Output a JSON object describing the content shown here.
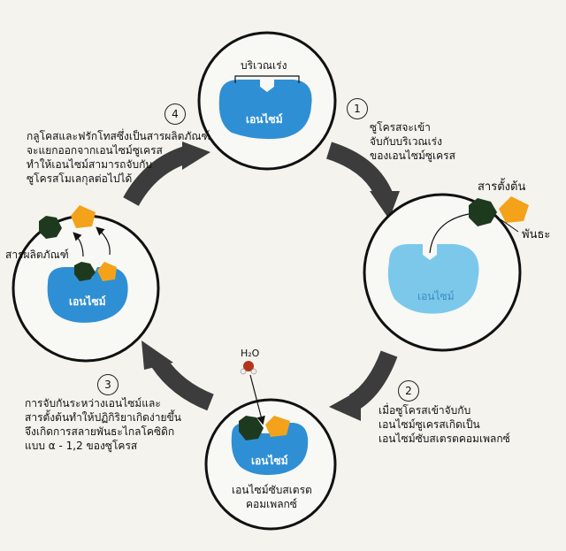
{
  "steps": [
    {
      "number": "1",
      "text": [
        "ซูโครสจะเข้า",
        "จับกับบริเวณเร่ง",
        "ของเอนไซม์ซูเครส"
      ]
    },
    {
      "number": "2",
      "text": [
        "เมื่อซูโครสเข้าจับกับ",
        "เอนไซม์ซูเครสเกิดเป็น",
        "เอนไซม์ซับสเตรตคอมเพลกซ์"
      ]
    },
    {
      "number": "3",
      "text": [
        "การจับกันระหว่างเอนไซม์และ",
        "สารตั้งต้นทำให้ปฏิกิริยาเกิดง่ายขึ้น",
        "จึงเกิดการสลายพันธะไกลโคซิดิก",
        "แบบ α - 1,2 ของซูโครส"
      ]
    },
    {
      "number": "4",
      "text": [
        "กลูโคสและฟรักโทสซึ่งเป็นสารผลิตภัณฑ์",
        "จะแยกออกจากเอนไซม์ซูเครส",
        "ทำให้เอนไซม์สามารถจับกับ",
        "ซูโครสโมเลกุลต่อไปได้"
      ]
    }
  ],
  "labels": {
    "active_site": "บริเวณเร่ง",
    "enzyme": "เอนไซม์",
    "substrate": "สารตั้งต้น",
    "bond": "พันธะ",
    "product": "สารผลิตภัณฑ์",
    "complex": [
      "เอนไซม์ซับสเตรต",
      "คอมเพลกซ์"
    ],
    "water": "H₂O"
  },
  "colors": {
    "enzyme": "#2f8fd4",
    "enzyme_faded": "#7cc8ea",
    "glucose": "#1e3a1e",
    "fructose": "#f3a21a",
    "arrow": "#3c3c3c",
    "circle": "#111111"
  }
}
